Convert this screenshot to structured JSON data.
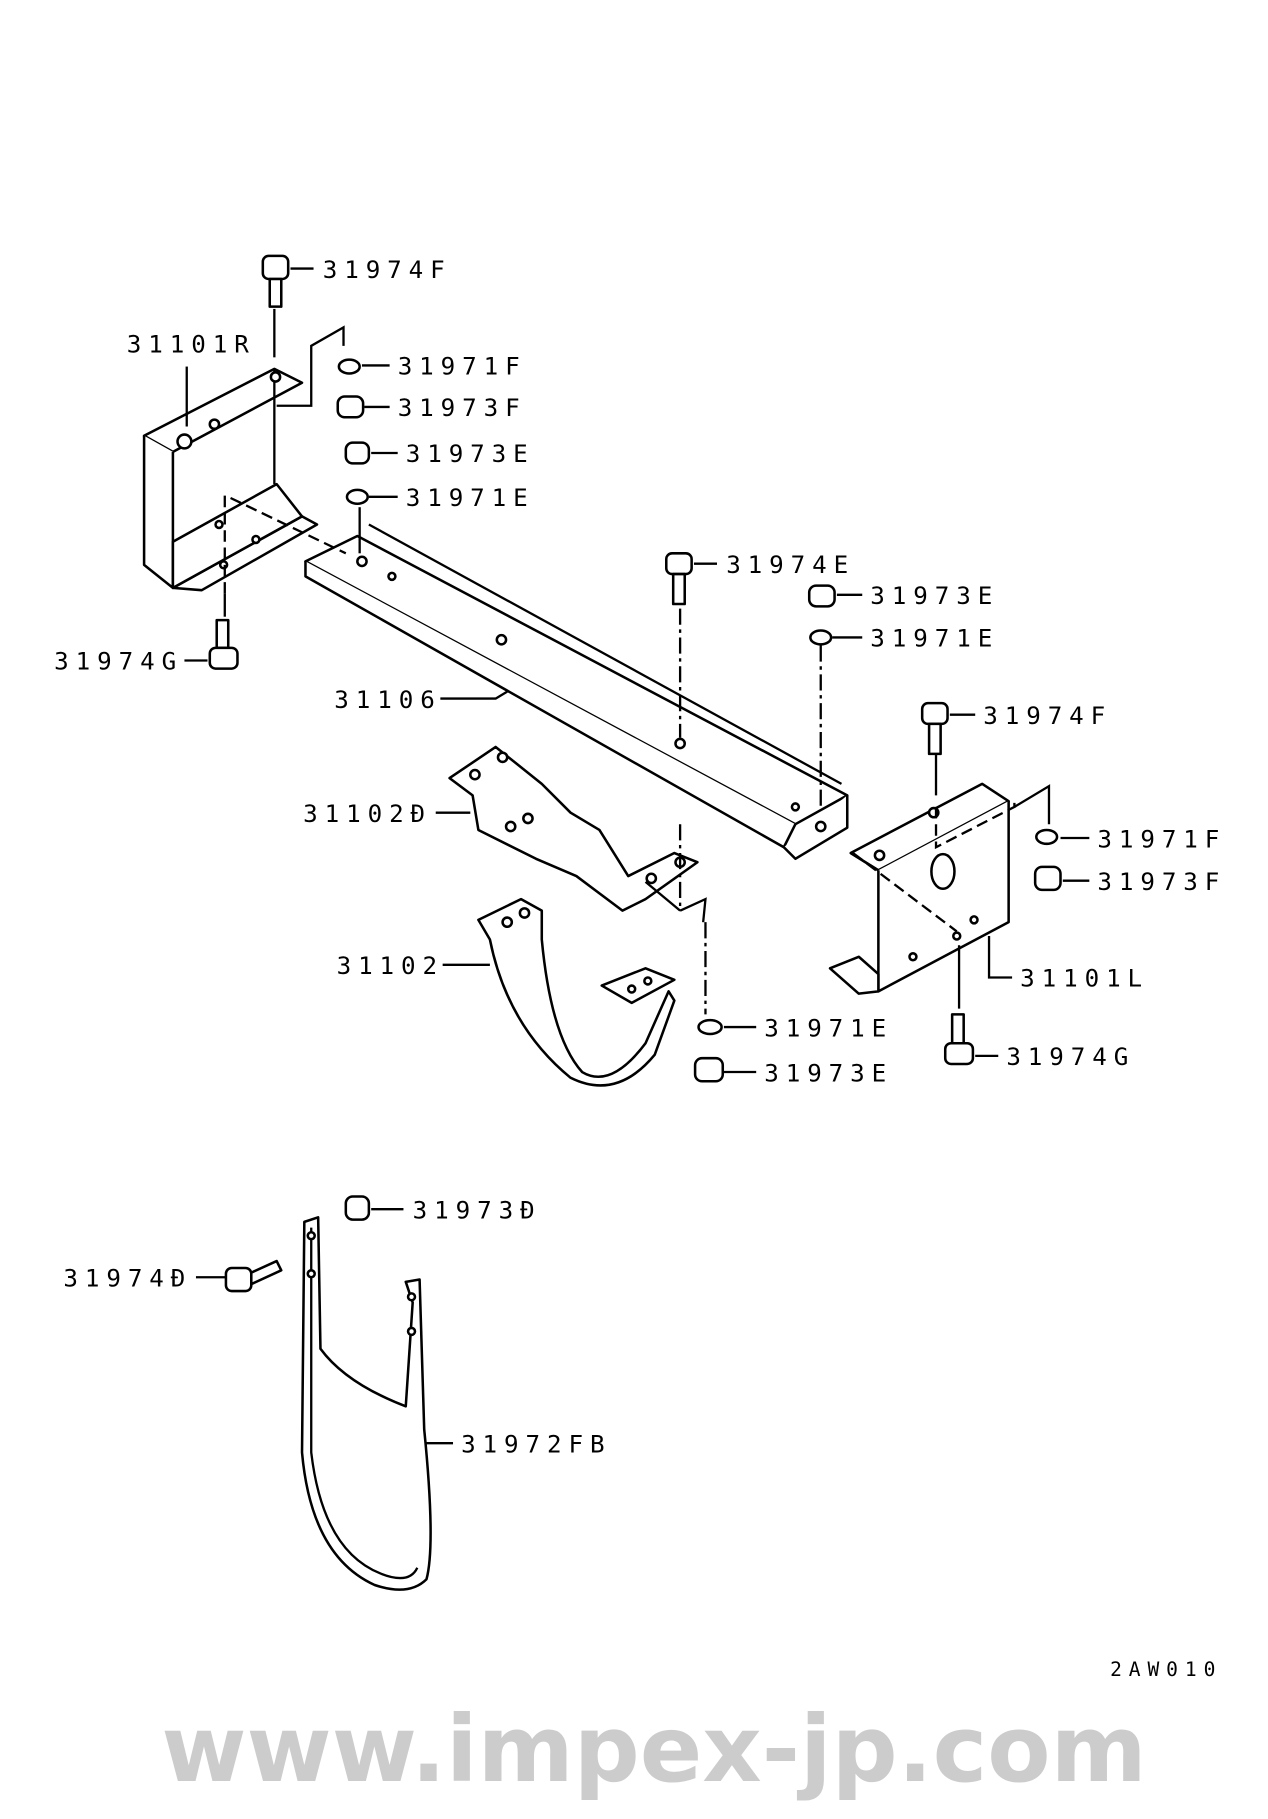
{
  "diagram": {
    "watermark": "www.impex-jp.com",
    "figure_code": "2AW010",
    "labels": {
      "bolt_top_left": "31974F",
      "bracket_right": "31101R",
      "washer_f_left": "31971F",
      "nut_f_left": "31973F",
      "nut_e_left": "31973E",
      "washer_e_left": "31971E",
      "bolt_g_left": "31974G",
      "bolt_e_mid": "31974E",
      "nut_e_mid": "31973E",
      "washer_e_mid": "31971E",
      "crossmember": "31106",
      "bolt_f_right": "31974F",
      "support_upper": "31102Đ",
      "washer_f_right": "31971F",
      "nut_f_right": "31973F",
      "support_lower": "31102",
      "bracket_left": "31101L",
      "washer_e_low": "31971E",
      "nut_e_low": "31973E",
      "bolt_g_right": "31974G",
      "nut_d": "31973Đ",
      "bolt_d": "31974Đ",
      "band": "31972FB"
    }
  }
}
